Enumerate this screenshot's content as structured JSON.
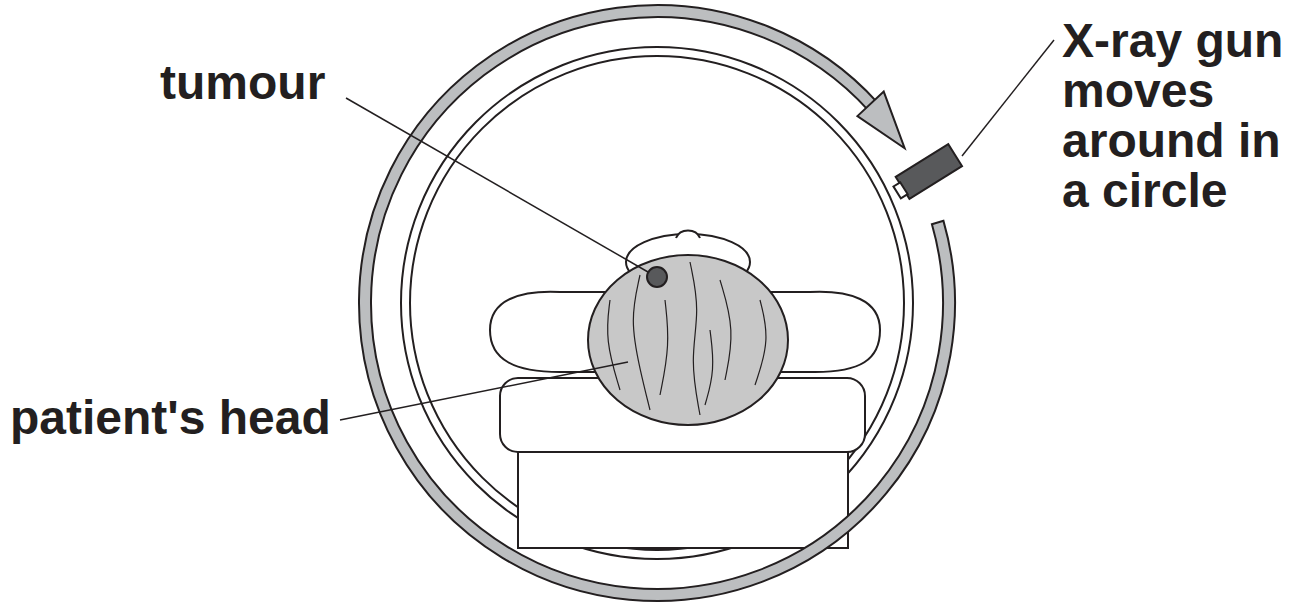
{
  "diagram": {
    "labels": [
      "tumour",
      "patient's head",
      "X-ray gun moves around in a circle"
    ]
  }
}
